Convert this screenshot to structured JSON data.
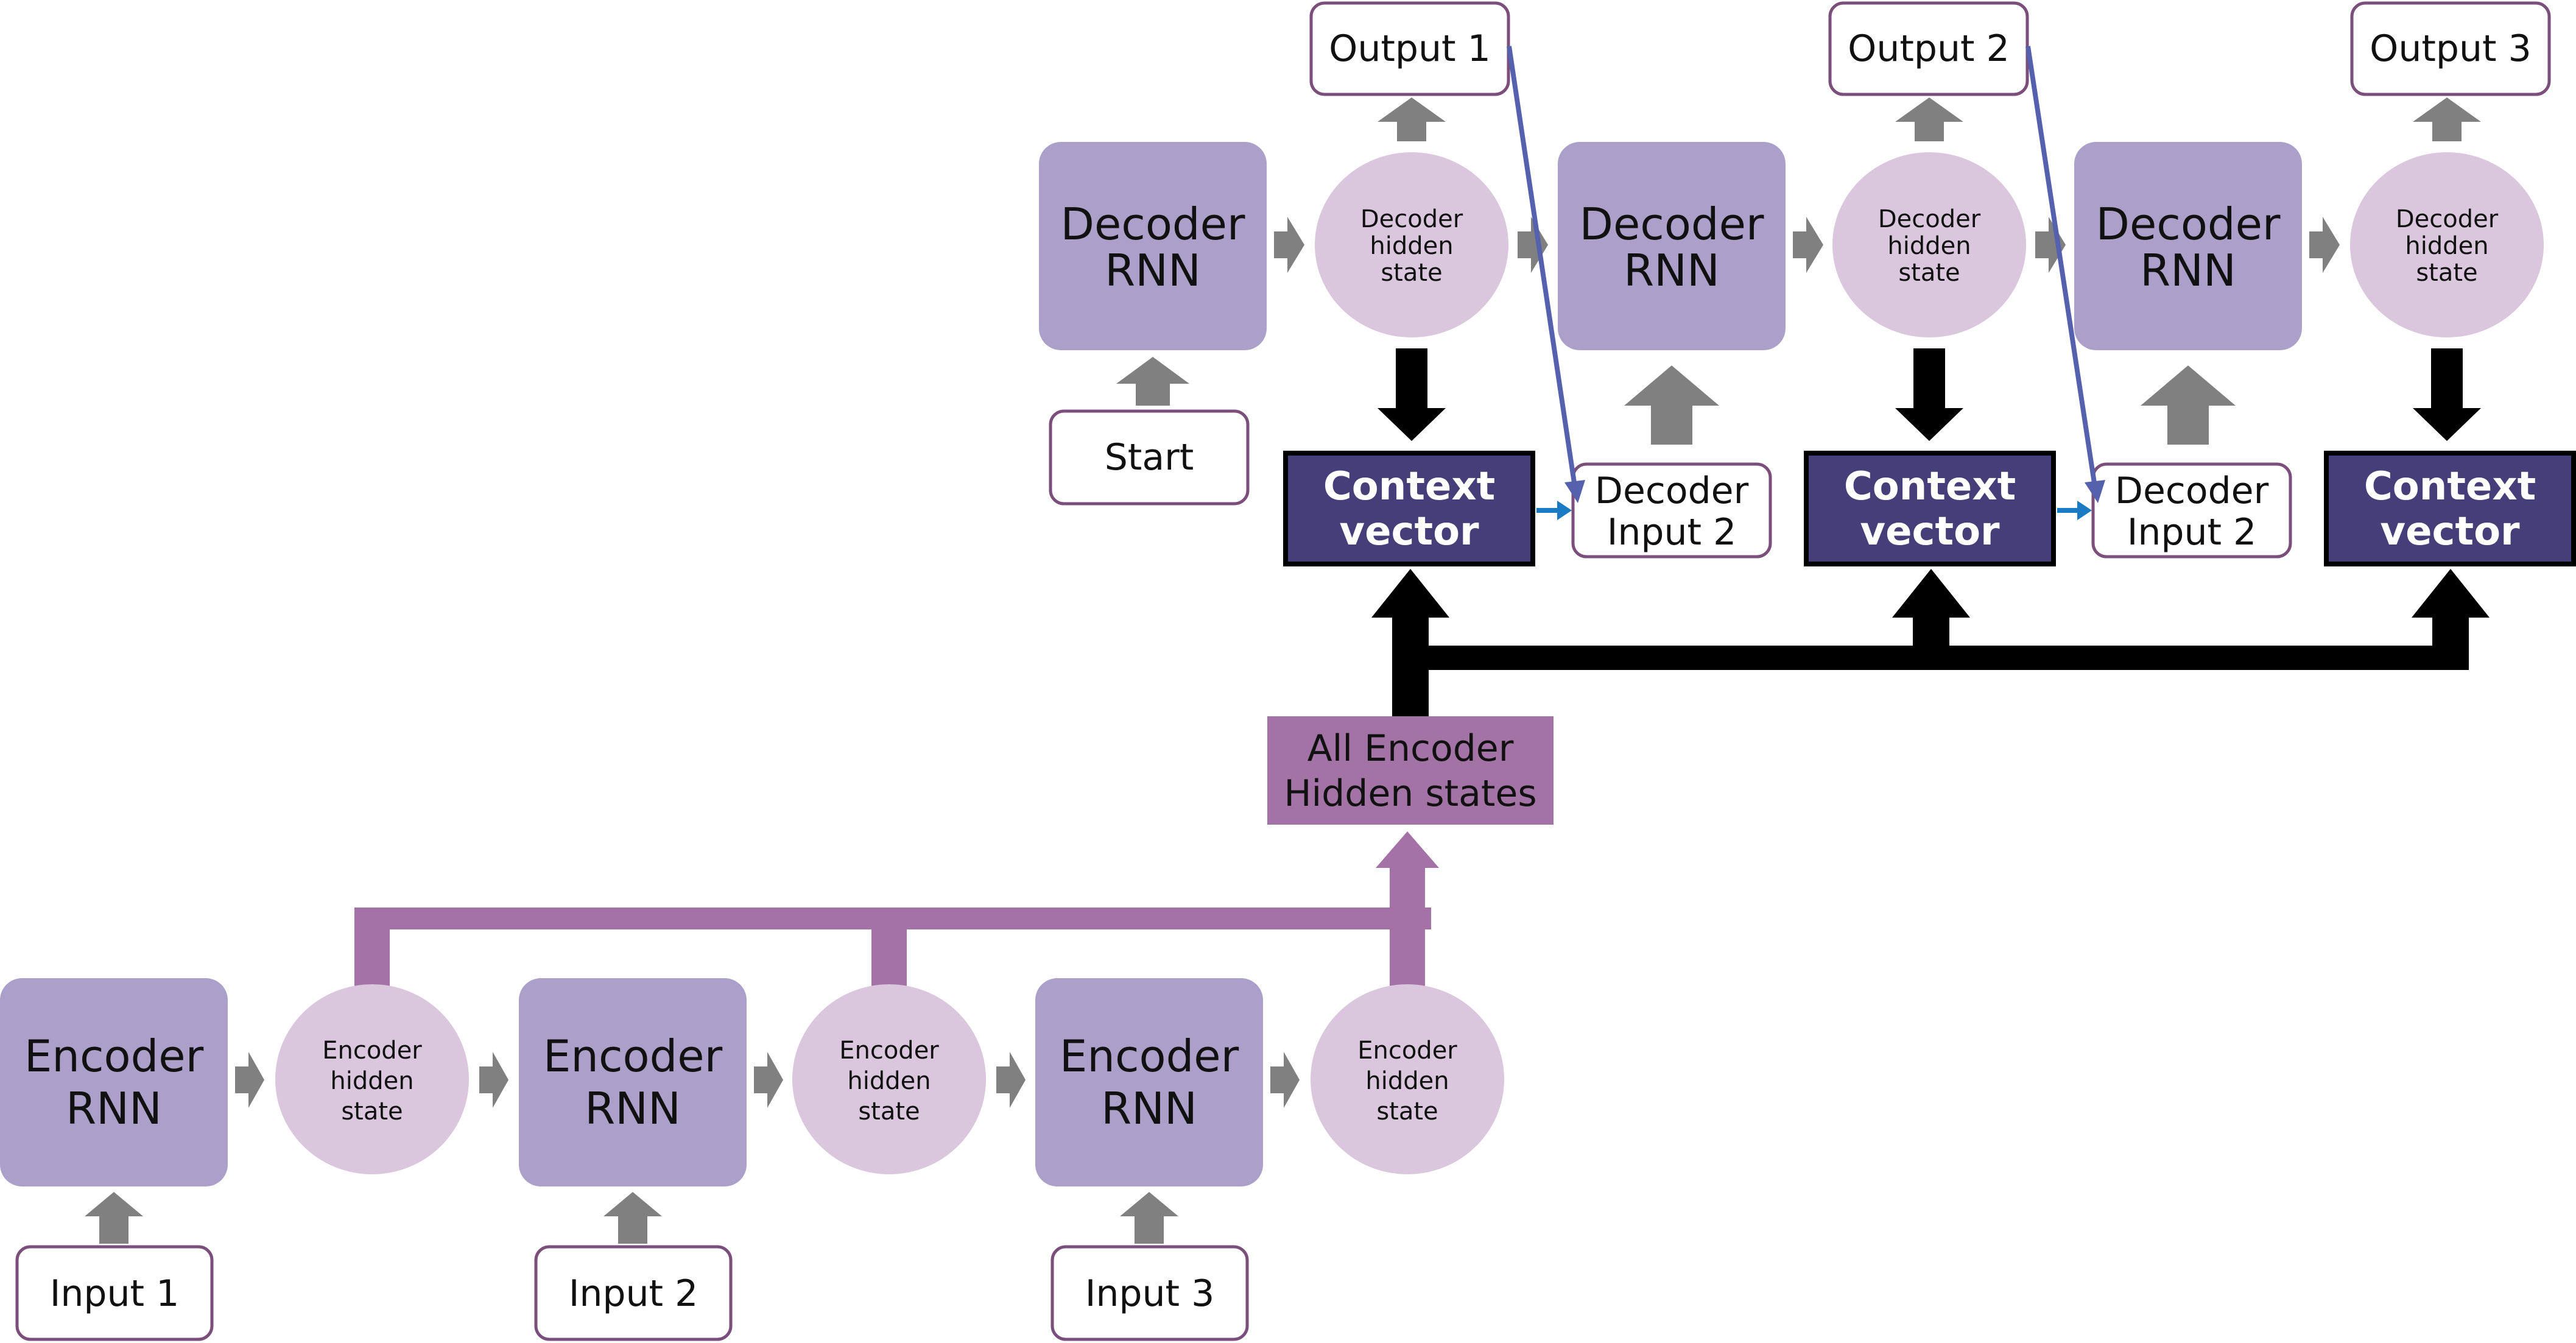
{
  "colors": {
    "rnn_block": "#aba0c9",
    "hidden_state": "#dac6dd",
    "io_border": "#7b4e7b",
    "flow_arrow": "#808080",
    "encoder_bus": "#a472a7",
    "all_states_box": "#a473a6",
    "context_fill": "#463e79",
    "context_arrow": "#000000",
    "feedback_line": "#5561ad",
    "context_to_input_arrow": "#1a7ac4"
  },
  "encoder": {
    "rnn_label": "Encoder\nRNN",
    "state_label": "Encoder\nhidden\nstate",
    "inputs": [
      "Input 1",
      "Input 2",
      "Input 3"
    ]
  },
  "all_states": {
    "label": "All Encoder\nHidden states"
  },
  "decoder": {
    "rnn_label": "Decoder\nRNN",
    "state_label": "Decoder\nhidden\nstate",
    "start_label": "Start",
    "step_inputs": [
      "Decoder\nInput 2",
      "Decoder\nInput 2"
    ],
    "outputs": [
      "Output 1",
      "Output 2",
      "Output 3"
    ],
    "context_label": "Context\nvector"
  }
}
